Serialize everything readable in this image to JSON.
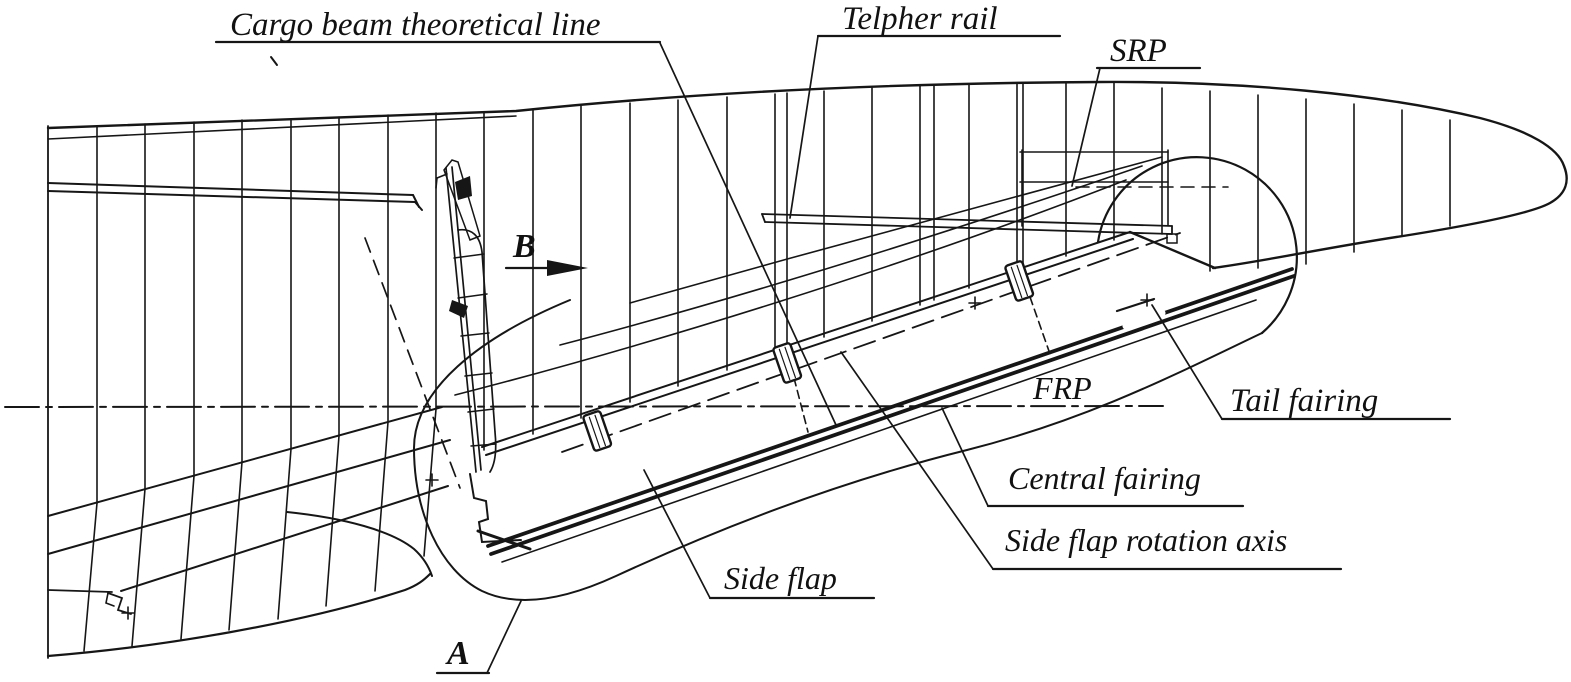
{
  "diagram": {
    "labels": {
      "cargo_beam": "Cargo beam theoretical line",
      "telpher_rail": "Telpher rail",
      "srp": "SRP",
      "frp": "FRP",
      "tail_fairing": "Tail fairing",
      "central_fairing": "Central fairing",
      "side_flap_rotation_axis": "Side flap rotation axis",
      "side_flap": "Side flap",
      "view_a": "A",
      "view_b": "B"
    },
    "colors": {
      "line": "#161616",
      "background": "#ffffff",
      "text": "#111111"
    }
  }
}
